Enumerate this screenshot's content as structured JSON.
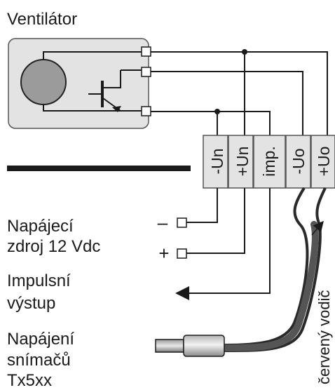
{
  "title": "Ventilátor",
  "terminals": [
    "-Un",
    "+Un",
    "imp.",
    "-Uo",
    "+Uo"
  ],
  "supply_label": [
    "Napájecí",
    "zdroj 12 Vdc"
  ],
  "supply_minus": "–",
  "supply_plus": "+",
  "pulse_label": [
    "Impulsní",
    "výstup"
  ],
  "sensor_label": [
    "Napájení",
    "snímačů",
    "Tx5xx"
  ],
  "wire_label": "červený vodič"
}
